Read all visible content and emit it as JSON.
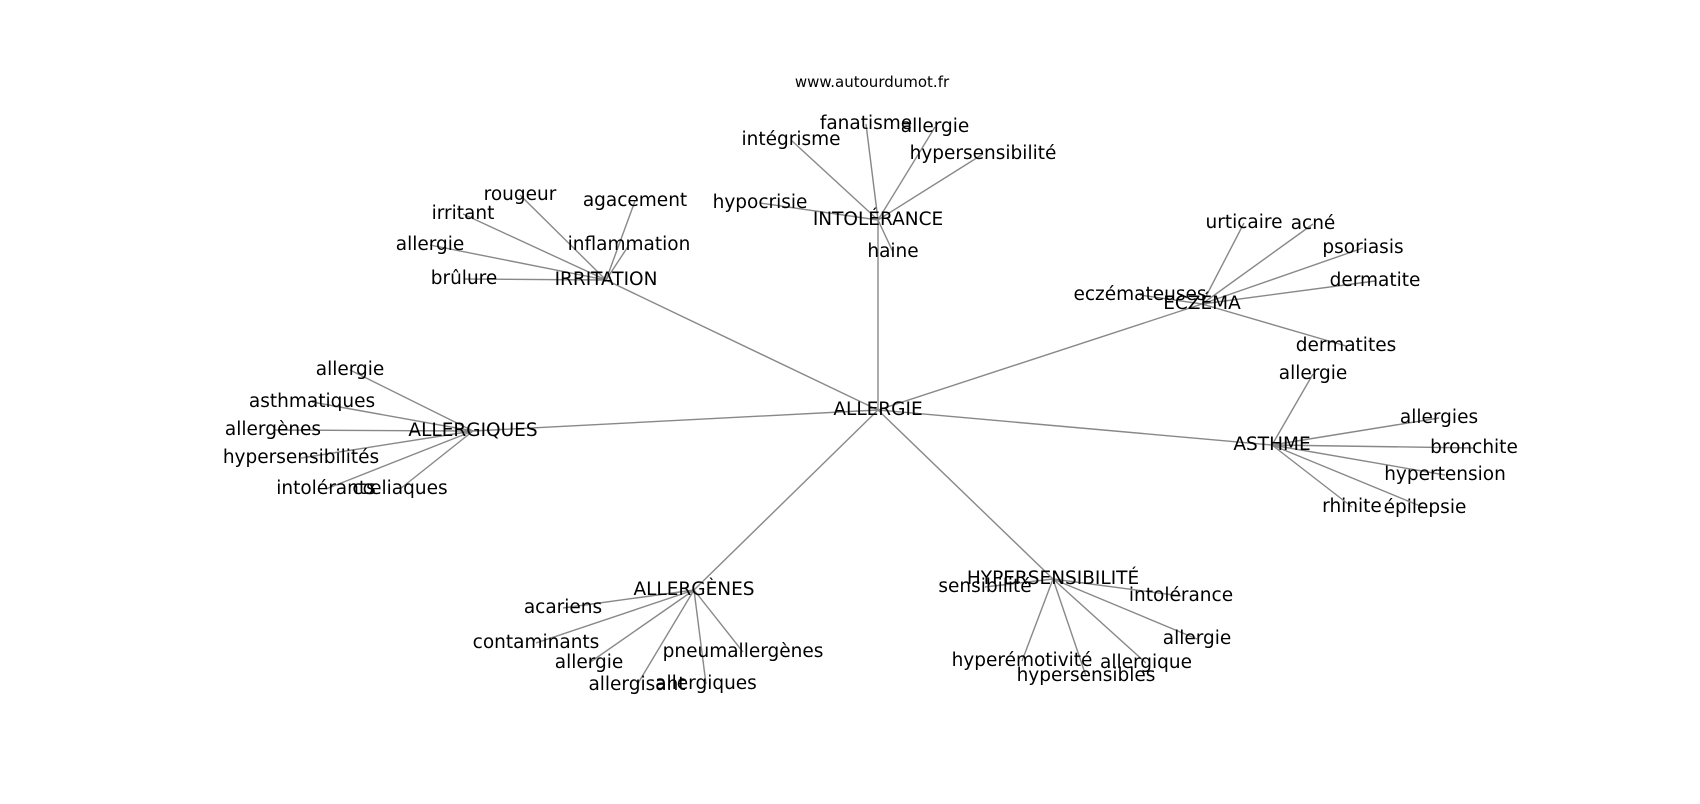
{
  "website": "www.autourdumot.fr",
  "root": "ALLERGIE",
  "clusters": [
    {
      "id": "intolerance",
      "label": "INTOLÉRANCE",
      "leaves": [
        "fanatisme",
        "allergie",
        "intégrisme",
        "hypersensibilité",
        "hypocrisie",
        "haine"
      ]
    },
    {
      "id": "irritation",
      "label": "IRRITATION",
      "leaves": [
        "rougeur",
        "agacement",
        "irritant",
        "inflammation",
        "allergie",
        "brûlure"
      ]
    },
    {
      "id": "eczema",
      "label": "ECZÉMA",
      "leaves": [
        "urticaire",
        "acné",
        "psoriasis",
        "dermatite",
        "eczémateuses",
        "dermatites"
      ]
    },
    {
      "id": "allergiques",
      "label": "ALLERGIQUES",
      "leaves": [
        "allergie",
        "asthmatiques",
        "allergènes",
        "hypersensibilités",
        "intolérants",
        "cœliaques"
      ]
    },
    {
      "id": "asthme",
      "label": "ASTHME",
      "leaves": [
        "allergie",
        "allergies",
        "bronchite",
        "hypertension",
        "rhinite",
        "épilepsie"
      ]
    },
    {
      "id": "allergenes",
      "label": "ALLERGÈNES",
      "leaves": [
        "acariens",
        "contaminants",
        "allergie",
        "pneumallergènes",
        "allergisant",
        "allergiques"
      ]
    },
    {
      "id": "hypersensibilite",
      "label": "HYPERSENSIBILITÉ",
      "leaves": [
        "sensibilité",
        "intolérance",
        "allergie",
        "hyperémotivité",
        "allergique",
        "hypersensibles"
      ]
    }
  ]
}
